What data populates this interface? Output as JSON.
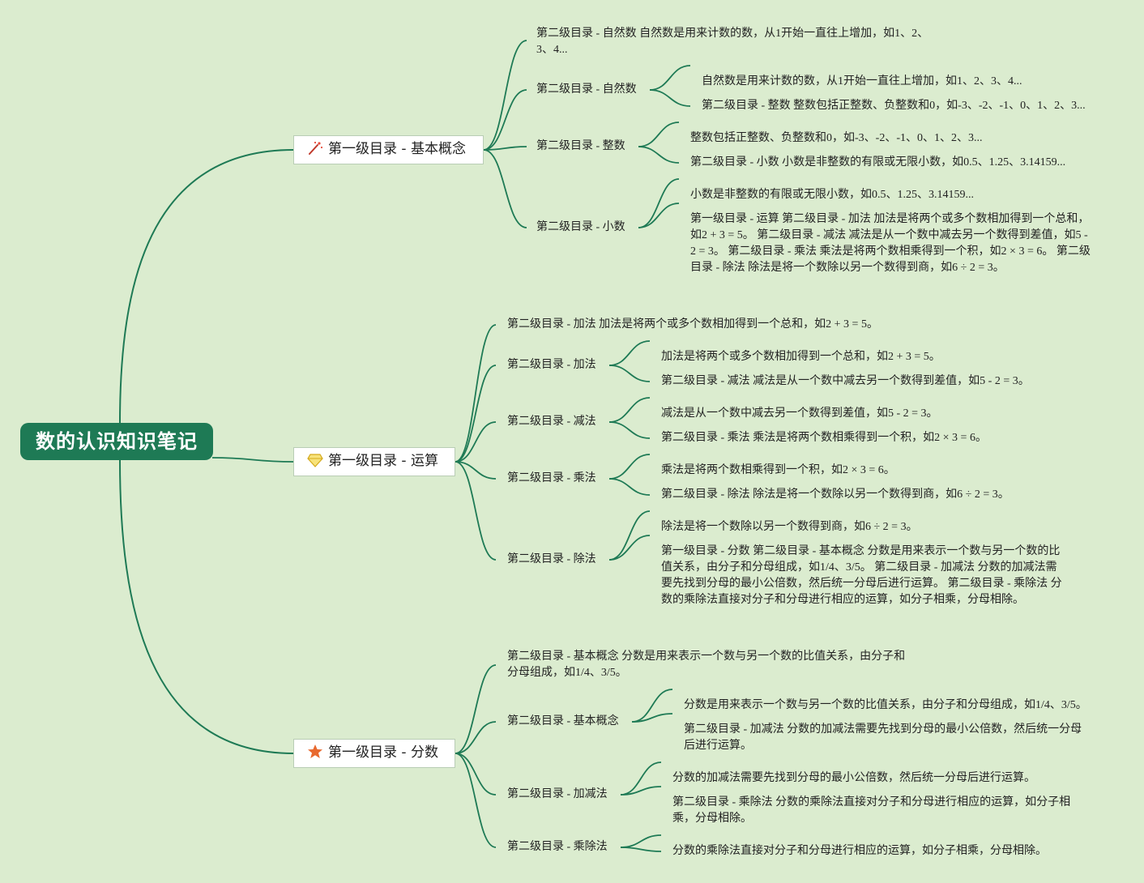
{
  "title": "数的认识知识笔记",
  "branches": [
    {
      "label": "第一级目录 - 基本概念",
      "icon": "magic-wand-icon",
      "children": [
        {
          "text": "第二级目录 - 自然数 自然数是用来计数的数，从1开始一直往上增加，如1、2、3、4..."
        },
        {
          "label": "第二级目录 - 自然数",
          "notes": [
            "自然数是用来计数的数，从1开始一直往上增加，如1、2、3、4...",
            "第二级目录 - 整数 整数包括正整数、负整数和0，如-3、-2、-1、0、1、2、3..."
          ]
        },
        {
          "label": "第二级目录 - 整数",
          "notes": [
            "整数包括正整数、负整数和0，如-3、-2、-1、0、1、2、3...",
            "第二级目录 - 小数 小数是非整数的有限或无限小数，如0.5、1.25、3.14159..."
          ]
        },
        {
          "label": "第二级目录 - 小数",
          "notes": [
            "小数是非整数的有限或无限小数，如0.5、1.25、3.14159...",
            "第一级目录 - 运算 第二级目录 - 加法 加法是将两个或多个数相加得到一个总和，如2 + 3 = 5。 第二级目录 - 减法 减法是从一个数中减去另一个数得到差值，如5 - 2 = 3。 第二级目录 - 乘法 乘法是将两个数相乘得到一个积，如2 × 3 = 6。 第二级目录 - 除法 除法是将一个数除以另一个数得到商，如6 ÷ 2 = 3。"
          ]
        }
      ]
    },
    {
      "label": "第一级目录 - 运算",
      "icon": "diamond-icon",
      "children": [
        {
          "text": "第二级目录 - 加法 加法是将两个或多个数相加得到一个总和，如2 + 3 = 5。"
        },
        {
          "label": "第二级目录 - 加法",
          "notes": [
            "加法是将两个或多个数相加得到一个总和，如2 + 3 = 5。",
            "第二级目录 - 减法 减法是从一个数中减去另一个数得到差值，如5 - 2 = 3。"
          ]
        },
        {
          "label": "第二级目录 - 减法",
          "notes": [
            "减法是从一个数中减去另一个数得到差值，如5 - 2 = 3。",
            "第二级目录 - 乘法 乘法是将两个数相乘得到一个积，如2 × 3 = 6。"
          ]
        },
        {
          "label": "第二级目录 - 乘法",
          "notes": [
            "乘法是将两个数相乘得到一个积，如2 × 3 = 6。",
            "第二级目录 - 除法 除法是将一个数除以另一个数得到商，如6 ÷ 2 = 3。"
          ]
        },
        {
          "label": "第二级目录 - 除法",
          "notes": [
            "除法是将一个数除以另一个数得到商，如6 ÷ 2 = 3。",
            "第一级目录 - 分数 第二级目录 - 基本概念 分数是用来表示一个数与另一个数的比值关系，由分子和分母组成，如1/4、3/5。 第二级目录 - 加减法 分数的加减法需要先找到分母的最小公倍数，然后统一分母后进行运算。 第二级目录 - 乘除法 分数的乘除法直接对分子和分母进行相应的运算，如分子相乘，分母相除。"
          ]
        }
      ]
    },
    {
      "label": "第一级目录 - 分数",
      "icon": "star-icon",
      "children": [
        {
          "text": "第二级目录 - 基本概念 分数是用来表示一个数与另一个数的比值关系，由分子和分母组成，如1/4、3/5。"
        },
        {
          "label": "第二级目录 - 基本概念",
          "notes": [
            "分数是用来表示一个数与另一个数的比值关系，由分子和分母组成，如1/4、3/5。",
            "第二级目录 - 加减法 分数的加减法需要先找到分母的最小公倍数，然后统一分母后进行运算。"
          ]
        },
        {
          "label": "第二级目录 - 加减法",
          "notes": [
            "分数的加减法需要先找到分母的最小公倍数，然后统一分母后进行运算。",
            "第二级目录 - 乘除法 分数的乘除法直接对分子和分母进行相应的运算，如分子相乘，分母相除。"
          ]
        },
        {
          "label": "第二级目录 - 乘除法",
          "notes": [
            "分数的乘除法直接对分子和分母进行相应的运算，如分子相乘，分母相除。"
          ]
        }
      ]
    }
  ],
  "colors": {
    "background": "#dbeccf",
    "line": "#1e7a55",
    "root": "#1e7a55"
  }
}
